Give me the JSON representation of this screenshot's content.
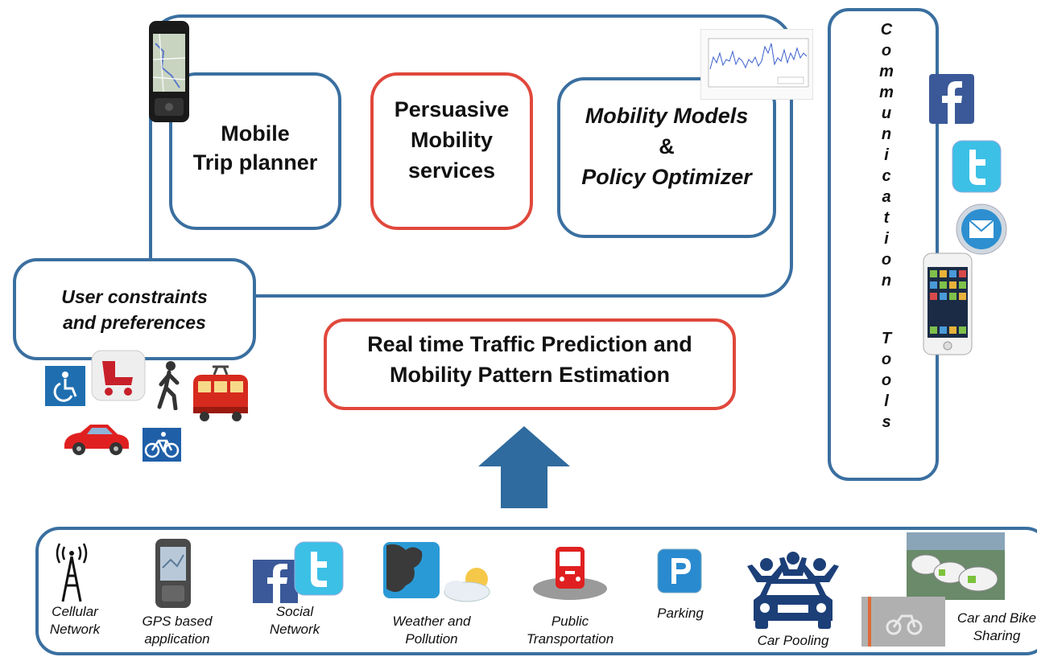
{
  "top_boxes": {
    "trip_planner": [
      "Mobile",
      "Trip planner"
    ],
    "persuasive": [
      "Persuasive",
      "Mobility",
      "services"
    ],
    "models": [
      "Mobility Models",
      "&",
      "Policy  Optimizer"
    ]
  },
  "user_constraints": [
    "User  constraints",
    "and  preferences"
  ],
  "prediction": [
    "Real time Traffic Prediction and",
    "Mobility Pattern Estimation"
  ],
  "communication": {
    "word1": [
      "C",
      "o",
      "m",
      "m",
      "u",
      "n",
      "i",
      "c",
      "a",
      "t",
      "i",
      "o",
      "n"
    ],
    "word2": [
      "T",
      "o",
      "o",
      "l",
      "s"
    ]
  },
  "sources": {
    "cellular": [
      "Cellular",
      "Network"
    ],
    "gps": [
      "GPS based",
      "application"
    ],
    "social": [
      "Social",
      "Network"
    ],
    "weather": [
      "Weather and",
      "Pollution"
    ],
    "public": [
      "Public",
      "Transportation"
    ],
    "parking": "Parking",
    "carpooling": "Car Pooling",
    "carbike": [
      "Car and Bike",
      "Sharing"
    ]
  },
  "colors": {
    "blue_border": "#3a6fa0",
    "red_border": "#e0483c",
    "arrow": "#2f6b9e"
  },
  "icons": [
    "smartphone-icon",
    "chart-thumbnail-icon",
    "facebook-icon",
    "twitter-icon",
    "mail-icon",
    "iphone-icon",
    "wheelchair-icon",
    "stroller-icon",
    "pedestrian-icon",
    "tram-icon",
    "car-icon",
    "bicycle-icon",
    "up-arrow-icon",
    "cell-tower-icon",
    "gps-device-icon",
    "cloud-sun-icon",
    "bus-icon",
    "parking-icon",
    "car-pooling-icon",
    "car-sharing-photo-icon"
  ]
}
